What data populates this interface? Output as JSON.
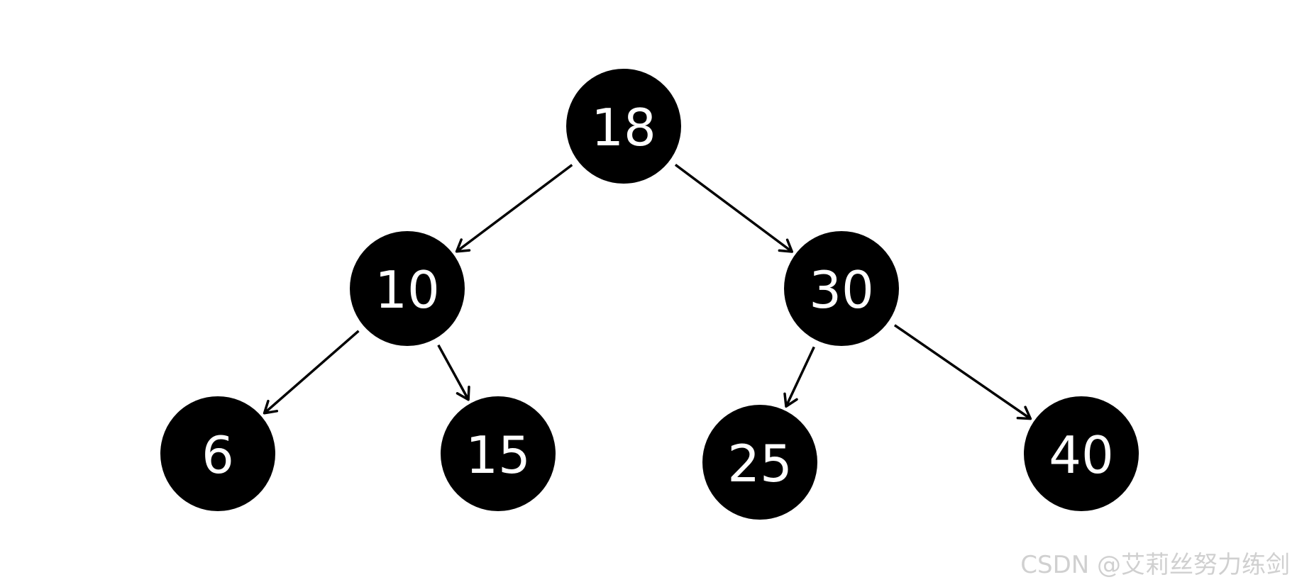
{
  "tree": {
    "nodes": [
      {
        "id": "n18",
        "label": "18"
      },
      {
        "id": "n10",
        "label": "10"
      },
      {
        "id": "n30",
        "label": "30"
      },
      {
        "id": "n6",
        "label": "6"
      },
      {
        "id": "n15",
        "label": "15"
      },
      {
        "id": "n25",
        "label": "25"
      },
      {
        "id": "n40",
        "label": "40"
      }
    ],
    "edges": [
      {
        "from": "n18",
        "to": "n10"
      },
      {
        "from": "n18",
        "to": "n30"
      },
      {
        "from": "n10",
        "to": "n6"
      },
      {
        "from": "n10",
        "to": "n15"
      },
      {
        "from": "n30",
        "to": "n25"
      },
      {
        "from": "n30",
        "to": "n40"
      }
    ],
    "node_fill": "#000000",
    "label_color": "#ffffff",
    "edge_color": "#000000"
  },
  "watermark": {
    "text": "CSDN @艾莉丝努力练剑"
  }
}
